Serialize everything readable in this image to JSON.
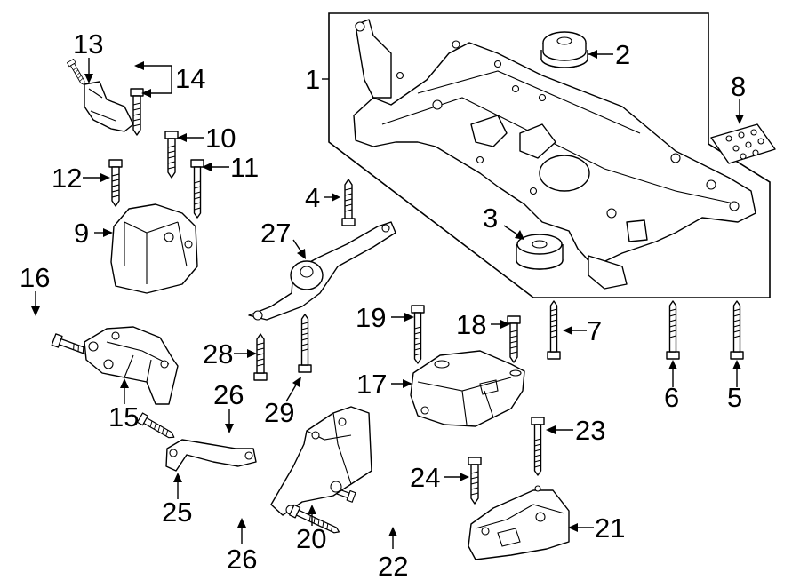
{
  "callouts": {
    "c1": "1",
    "c2": "2",
    "c3": "3",
    "c4": "4",
    "c5": "5",
    "c6": "6",
    "c7": "7",
    "c8": "8",
    "c9": "9",
    "c10": "10",
    "c11": "11",
    "c12": "12",
    "c13": "13",
    "c14": "14",
    "c15": "15",
    "c16": "16",
    "c17": "17",
    "c18": "18",
    "c19": "19",
    "c20": "20",
    "c21": "21",
    "c22": "22",
    "c23": "23",
    "c24": "24",
    "c25": "25",
    "c26a": "26",
    "c26b": "26",
    "c27": "27",
    "c28": "28",
    "c29": "29"
  }
}
